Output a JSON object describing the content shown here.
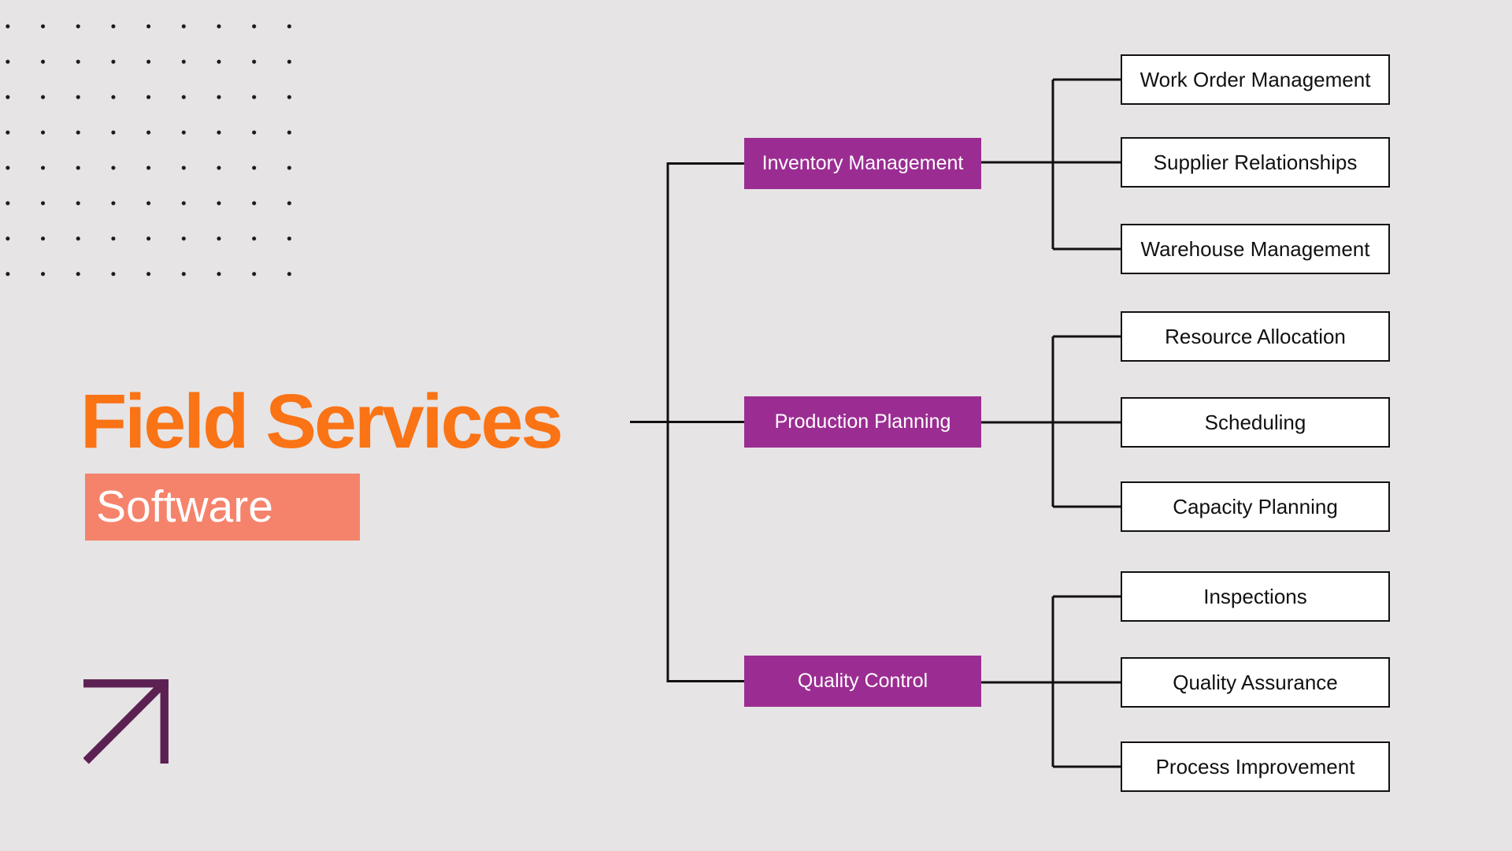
{
  "title": {
    "text": "Field Services",
    "color": "#fa7315"
  },
  "subtitle": {
    "text": "Software",
    "background": "#f5836c"
  },
  "diagram": {
    "nodes": [
      {
        "label": "Inventory Management",
        "children": [
          "Work Order Management",
          "Supplier Relationships",
          "Warehouse Management"
        ]
      },
      {
        "label": "Production Planning",
        "children": [
          "Resource Allocation",
          "Scheduling",
          "Capacity Planning"
        ]
      },
      {
        "label": "Quality Control",
        "children": [
          "Inspections",
          "Quality Assurance",
          "Process Improvement"
        ]
      }
    ],
    "colors": {
      "branch_node_bg": "#9b2d92",
      "branch_node_text": "#ffffff",
      "leaf_node_bg": "#ffffff",
      "leaf_node_border": "#111111",
      "connector_line": "#111111",
      "background": "#e6e4e5"
    }
  },
  "decor": {
    "arrow_icon_color": "#5c2152",
    "dot_grid_color": "#1a1a1a"
  }
}
